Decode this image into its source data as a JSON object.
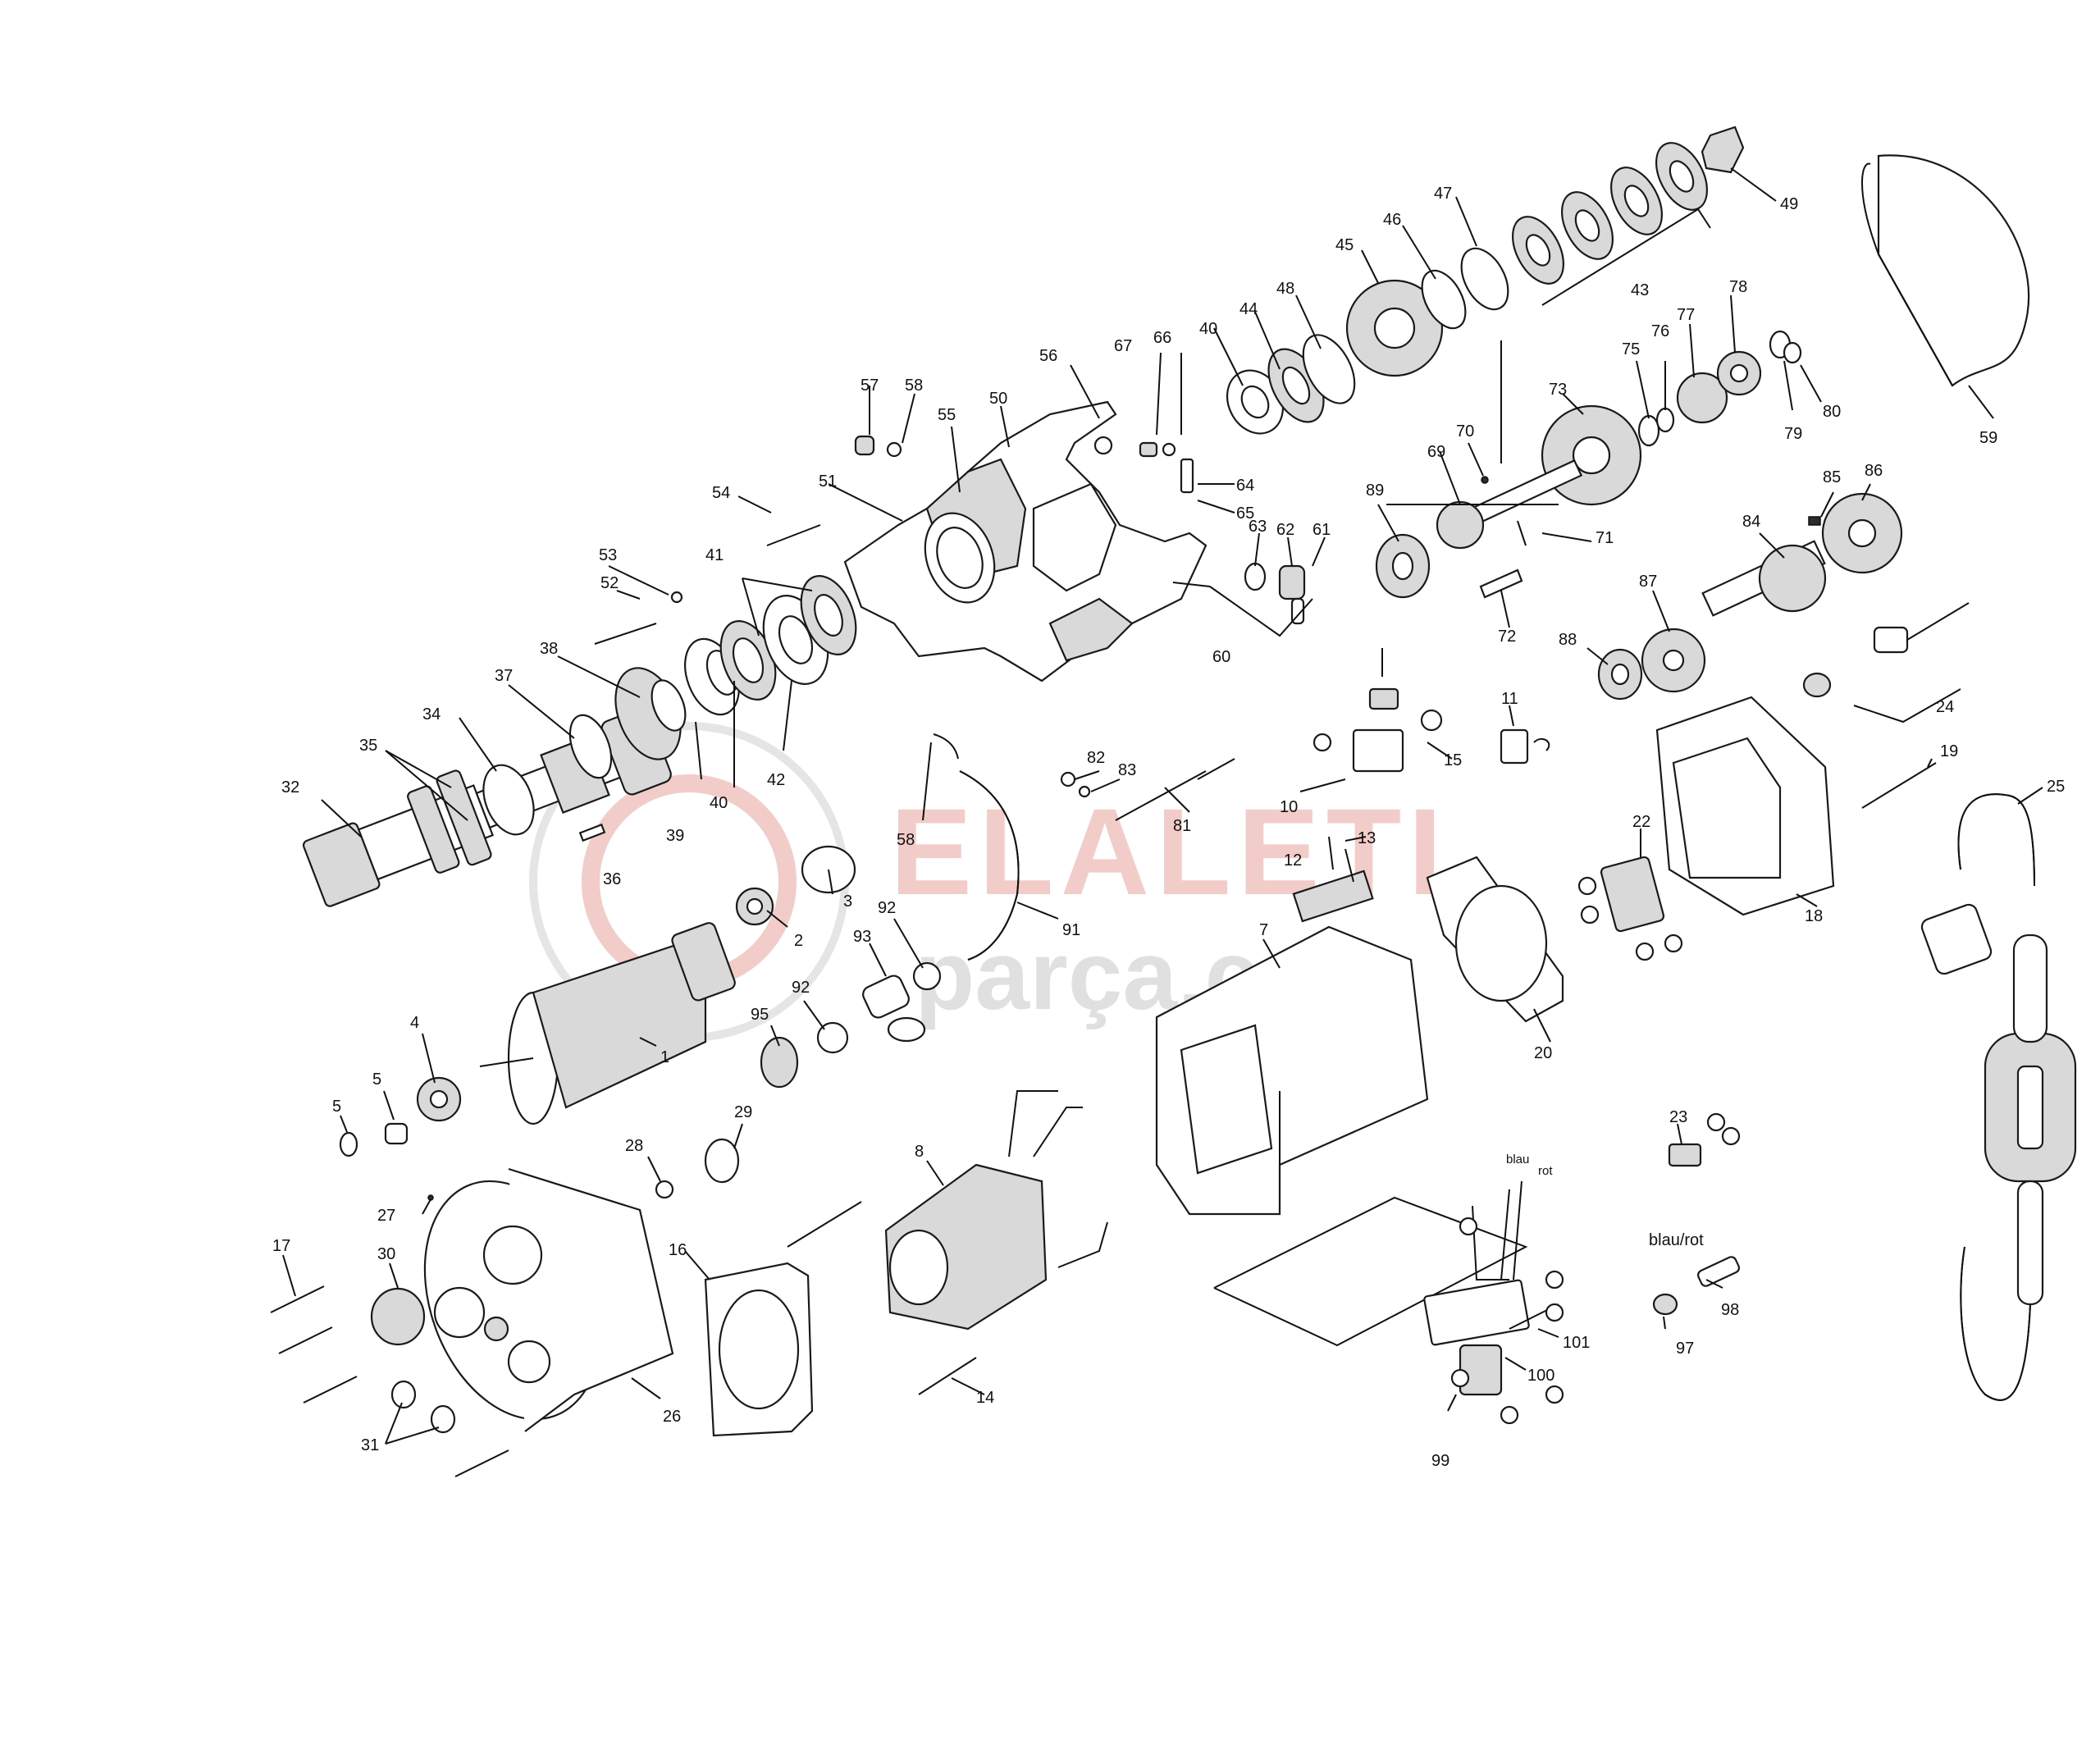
{
  "watermark": {
    "line1": "ELALETI",
    "line2": "parça.com",
    "color_main": "#e8a49d",
    "color_sub": "#c8c8c8"
  },
  "diagram": {
    "labels": {
      "p1": "1",
      "p2": "2",
      "p3": "3",
      "p4": "4",
      "p5a": "5",
      "p5b": "5",
      "p7": "7",
      "p8": "8",
      "p10": "10",
      "p11": "11",
      "p12": "12",
      "p13": "13",
      "p14": "14",
      "p15": "15",
      "p16": "16",
      "p17": "17",
      "p18": "18",
      "p19": "19",
      "p20": "20",
      "p22": "22",
      "p23": "23",
      "p24": "24",
      "p25": "25",
      "p26": "26",
      "p27": "27",
      "p28": "28",
      "p29": "29",
      "p30": "30",
      "p31": "31",
      "p32": "32",
      "p34": "34",
      "p35": "35",
      "p36": "36",
      "p37": "37",
      "p38": "38",
      "p39": "39",
      "p40a": "40",
      "p40b": "40",
      "p41": "41",
      "p42": "42",
      "p43": "43",
      "p44": "44",
      "p45": "45",
      "p46": "46",
      "p47": "47",
      "p48": "48",
      "p49": "49",
      "p50": "50",
      "p51": "51",
      "p52": "52",
      "p53": "53",
      "p54": "54",
      "p55": "55",
      "p56": "56",
      "p57": "57",
      "p58a": "58",
      "p58b": "58",
      "p59": "59",
      "p60": "60",
      "p61": "61",
      "p62": "62",
      "p63": "63",
      "p64": "64",
      "p65": "65",
      "p66": "66",
      "p67": "67",
      "p69": "69",
      "p70": "70",
      "p71": "71",
      "p72": "72",
      "p73": "73",
      "p75": "75",
      "p76": "76",
      "p77": "77",
      "p78": "78",
      "p79": "79",
      "p80": "80",
      "p81": "81",
      "p82": "82",
      "p83": "83",
      "p84": "84",
      "p85": "85",
      "p86": "86",
      "p87": "87",
      "p88": "88",
      "p89": "89",
      "p91": "91",
      "p92a": "92",
      "p92b": "92",
      "p93": "93",
      "p95": "95",
      "p97": "97",
      "p98": "98",
      "p99": "99",
      "p100": "100",
      "p101": "101",
      "wire_blau_rot": "blau/rot",
      "wire_blau": "blau",
      "wire_rot": "rot"
    }
  }
}
